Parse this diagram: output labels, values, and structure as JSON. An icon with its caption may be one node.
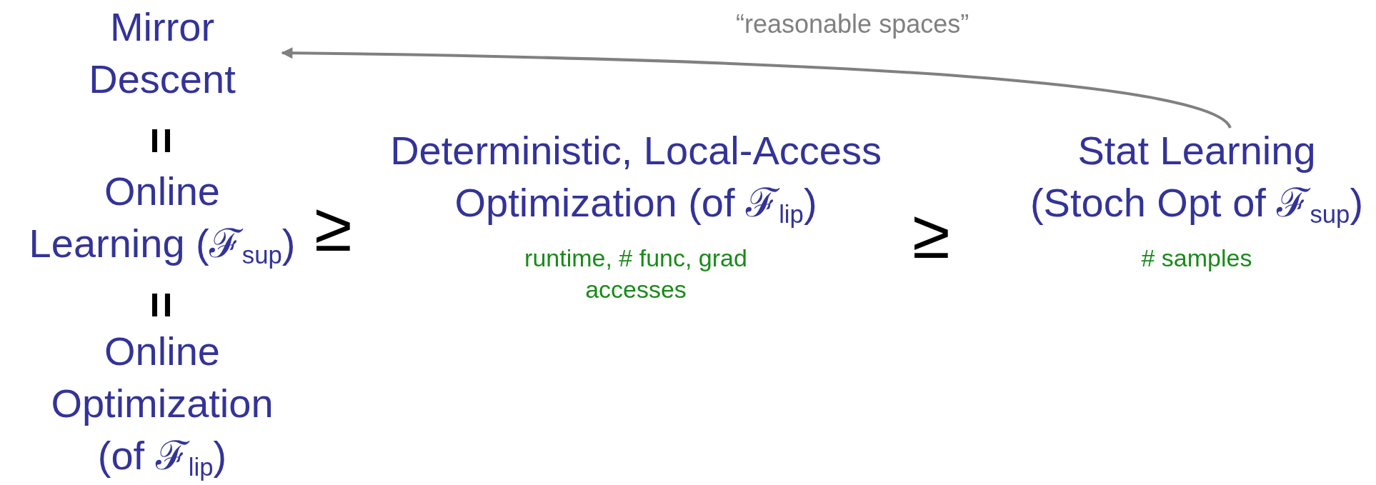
{
  "diagram": {
    "nodes": [
      {
        "text": [
          "Mirror Descent"
        ]
      },
      {
        "text": [
          "Online Learning (ℱ$_{sup}$)"
        ]
      },
      {
        "text": [
          "Online Optimization (of ℱ$_{lip}$)"
        ]
      },
      {
        "text": [
          "Deterministic, Local-Access Optimization (of ℱ$_{lip}$)"
        ],
        "beside": [
          "runtime, # func, grad accesses"
        ]
      },
      {
        "text": [
          "Stat Learning (Stoch Opt of ℱ$_{sup}$)"
        ],
        "beside": [
          "# samples"
        ]
      }
    ],
    "edges": [
      {
        "from": 4,
        "to": 0,
        "arrow": "to",
        "label": "“reasonable spaces”",
        "color": "#808080"
      }
    ],
    "labels": [
      "=",
      "=",
      "≥",
      "≥"
    ]
  }
}
